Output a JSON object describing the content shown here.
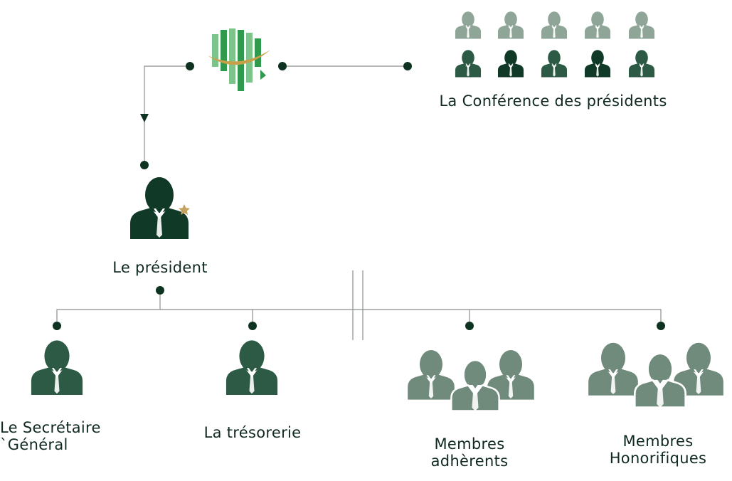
{
  "colors": {
    "line": "#8a8f8c",
    "dot": "#0f3321",
    "dark_person": "#103a27",
    "mid_person": "#2d5a45",
    "light_person": "#708a7c",
    "faint_person": "#8ea598",
    "star": "#c4a15e",
    "logo_green": "#2f9a4e",
    "logo_light": "#7cc48a",
    "logo_gold": "#c9a04a"
  },
  "nodes": {
    "conference": {
      "label": "La Conférence des présidents",
      "icon": "group-of-ten-icon"
    },
    "president": {
      "label": "Le président",
      "icon": "president-star-icon"
    },
    "secretary": {
      "label": "Le Secrétaire\n`Général",
      "icon": "person-icon"
    },
    "treasury": {
      "label": "La trésorerie",
      "icon": "person-icon"
    },
    "members": {
      "label": "Membres\nadhèrents",
      "icon": "group-of-three-icon"
    },
    "honorary": {
      "label": "Membres\nHonorifiques",
      "icon": "group-of-three-icon"
    }
  },
  "logo": {
    "icon": "africa-map-logo-icon"
  }
}
